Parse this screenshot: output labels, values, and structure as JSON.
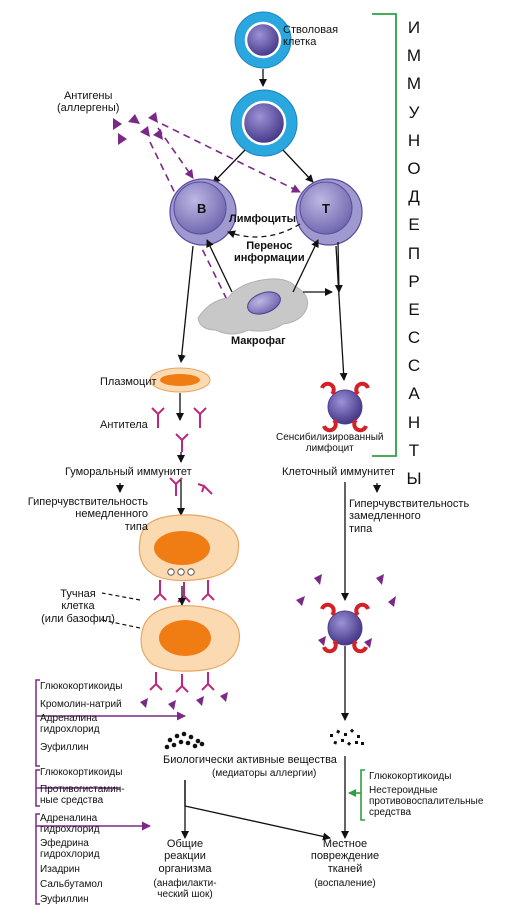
{
  "colors": {
    "cell_blue": "#29a7de",
    "nucleus_purple": "#5a4aa0",
    "lymph_purple": "#8c86c6",
    "antigen_purple": "#7a2a86",
    "antibody_magenta": "#c1267e",
    "receptor_red": "#d42027",
    "mast_cell_fill": "#fbd9b1",
    "mast_nucleus": "#ef7d14",
    "macrophage_gray": "#c8c8c8",
    "bracket_green": "#2ea043"
  },
  "labels": {
    "stem_cell": "Стволовая\nклетка",
    "antigens": "Антигены\n(аллергены)",
    "b_letter": "B",
    "t_letter": "T",
    "lymphocytes": "Лимфоциты",
    "info_transfer": "Перенос\nинформации",
    "macrophage": "Макрофаг",
    "plasmocyte": "Плазмоцит",
    "antibodies": "Антитела",
    "sensitized": "Сенсибилизированный\nлимфоцит",
    "humoral": "Гуморальный иммунитет",
    "cellular": "Клеточный иммунитет",
    "hyper_immediate": "Гиперчувствительность\nнемедленного\nтипа",
    "hyper_delayed": "Гиперчувствительность\nзамедленного\nтипа",
    "mast_cell": "Тучная\nклетка\n(или базофил)",
    "bio_active": "Биологически активные вещества",
    "mediators": "(медиаторы аллергии)",
    "general": "Общие\nреакции\nорганизма",
    "anaphylactic": "(анафилакти-\nческий шок)",
    "local": "Местное\nповреждение\nтканей",
    "inflammation": "(воспаление)"
  },
  "immunosuppressants_letters": [
    "И",
    "М",
    "М",
    "У",
    "Н",
    "О",
    "Д",
    "Е",
    "П",
    "Р",
    "Е",
    "С",
    "С",
    "А",
    "Н",
    "Т",
    "Ы"
  ],
  "drugs": {
    "group1": [
      "Глюкокортикоиды",
      "Кромолин-натрий",
      "Адреналина\nгидрохлорид",
      "Эуфиллин"
    ],
    "group2": [
      "Глюкокортикоиды",
      "Противогистамин-\nные средства"
    ],
    "group3": [
      "Адреналина\nгидрохлорид",
      "Эфедрина\nгидрохлорид",
      "Изадрин",
      "Сальбутамол",
      "Эуфиллин"
    ],
    "group4": [
      "Глюкокортикоиды",
      "Нестероидные\nпротивовоспалительные\nсредства"
    ]
  }
}
